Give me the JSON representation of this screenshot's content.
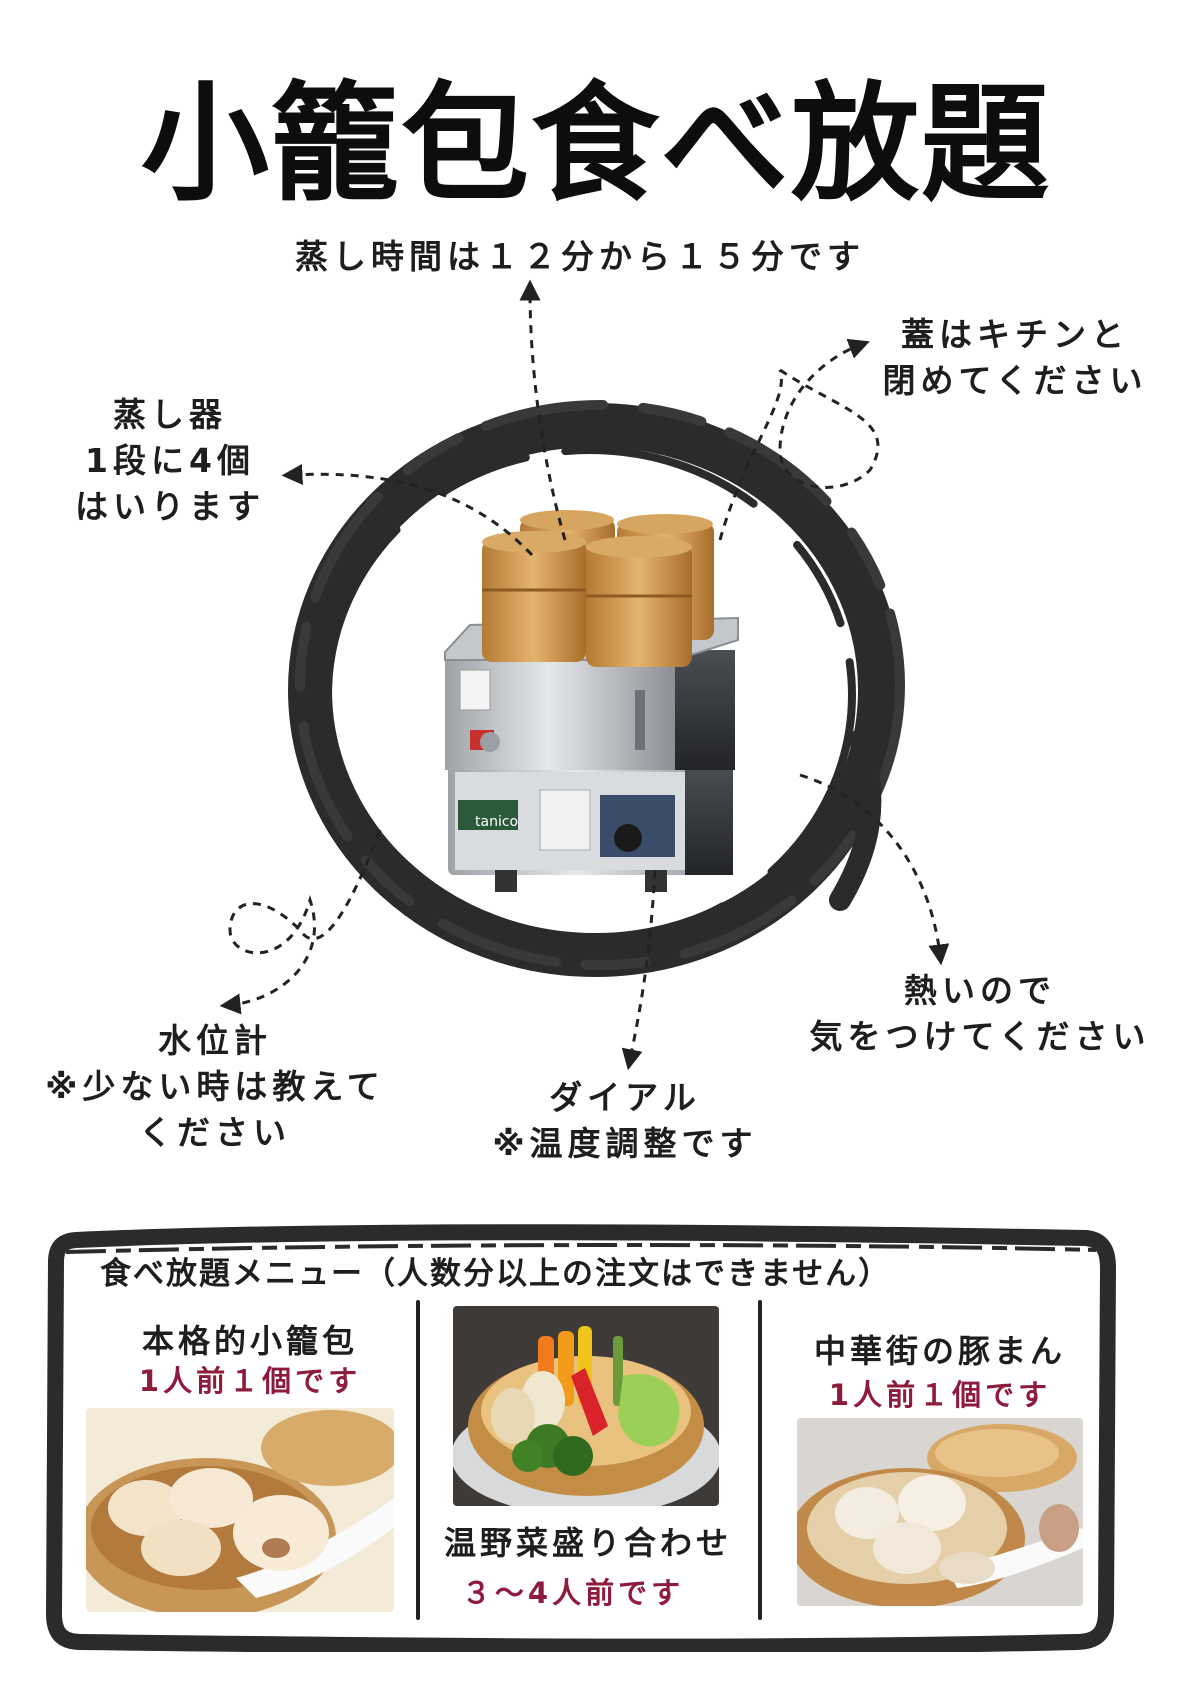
{
  "title": "小籠包食べ放題",
  "notes": {
    "top": "蒸し時間は１２分から１５分です",
    "lid": [
      "蓋はキチンと",
      "閉めてください"
    ],
    "steamer": [
      "蒸し器",
      "1段に4個",
      "はいります"
    ],
    "water": [
      "水位計",
      "※少ない時は教えて",
      "ください"
    ],
    "dial": [
      "ダイアル",
      "※温度調整です"
    ],
    "hot": [
      "熱いので",
      "気をつけてください"
    ]
  },
  "machine_brand": "tanico",
  "menu": {
    "heading": "食べ放題メニュー（人数分以上の注文はできません）",
    "items": [
      {
        "name": "本格的小籠包",
        "note": "1人前１個です"
      },
      {
        "name": "温野菜盛り合わせ",
        "note": "３～4人前です"
      },
      {
        "name": "中華街の豚まん",
        "note": "1人前１個です"
      }
    ]
  },
  "colors": {
    "accent": "#8e1b3b",
    "ink": "#1e1e1e",
    "brush": "#2c2a2b"
  }
}
